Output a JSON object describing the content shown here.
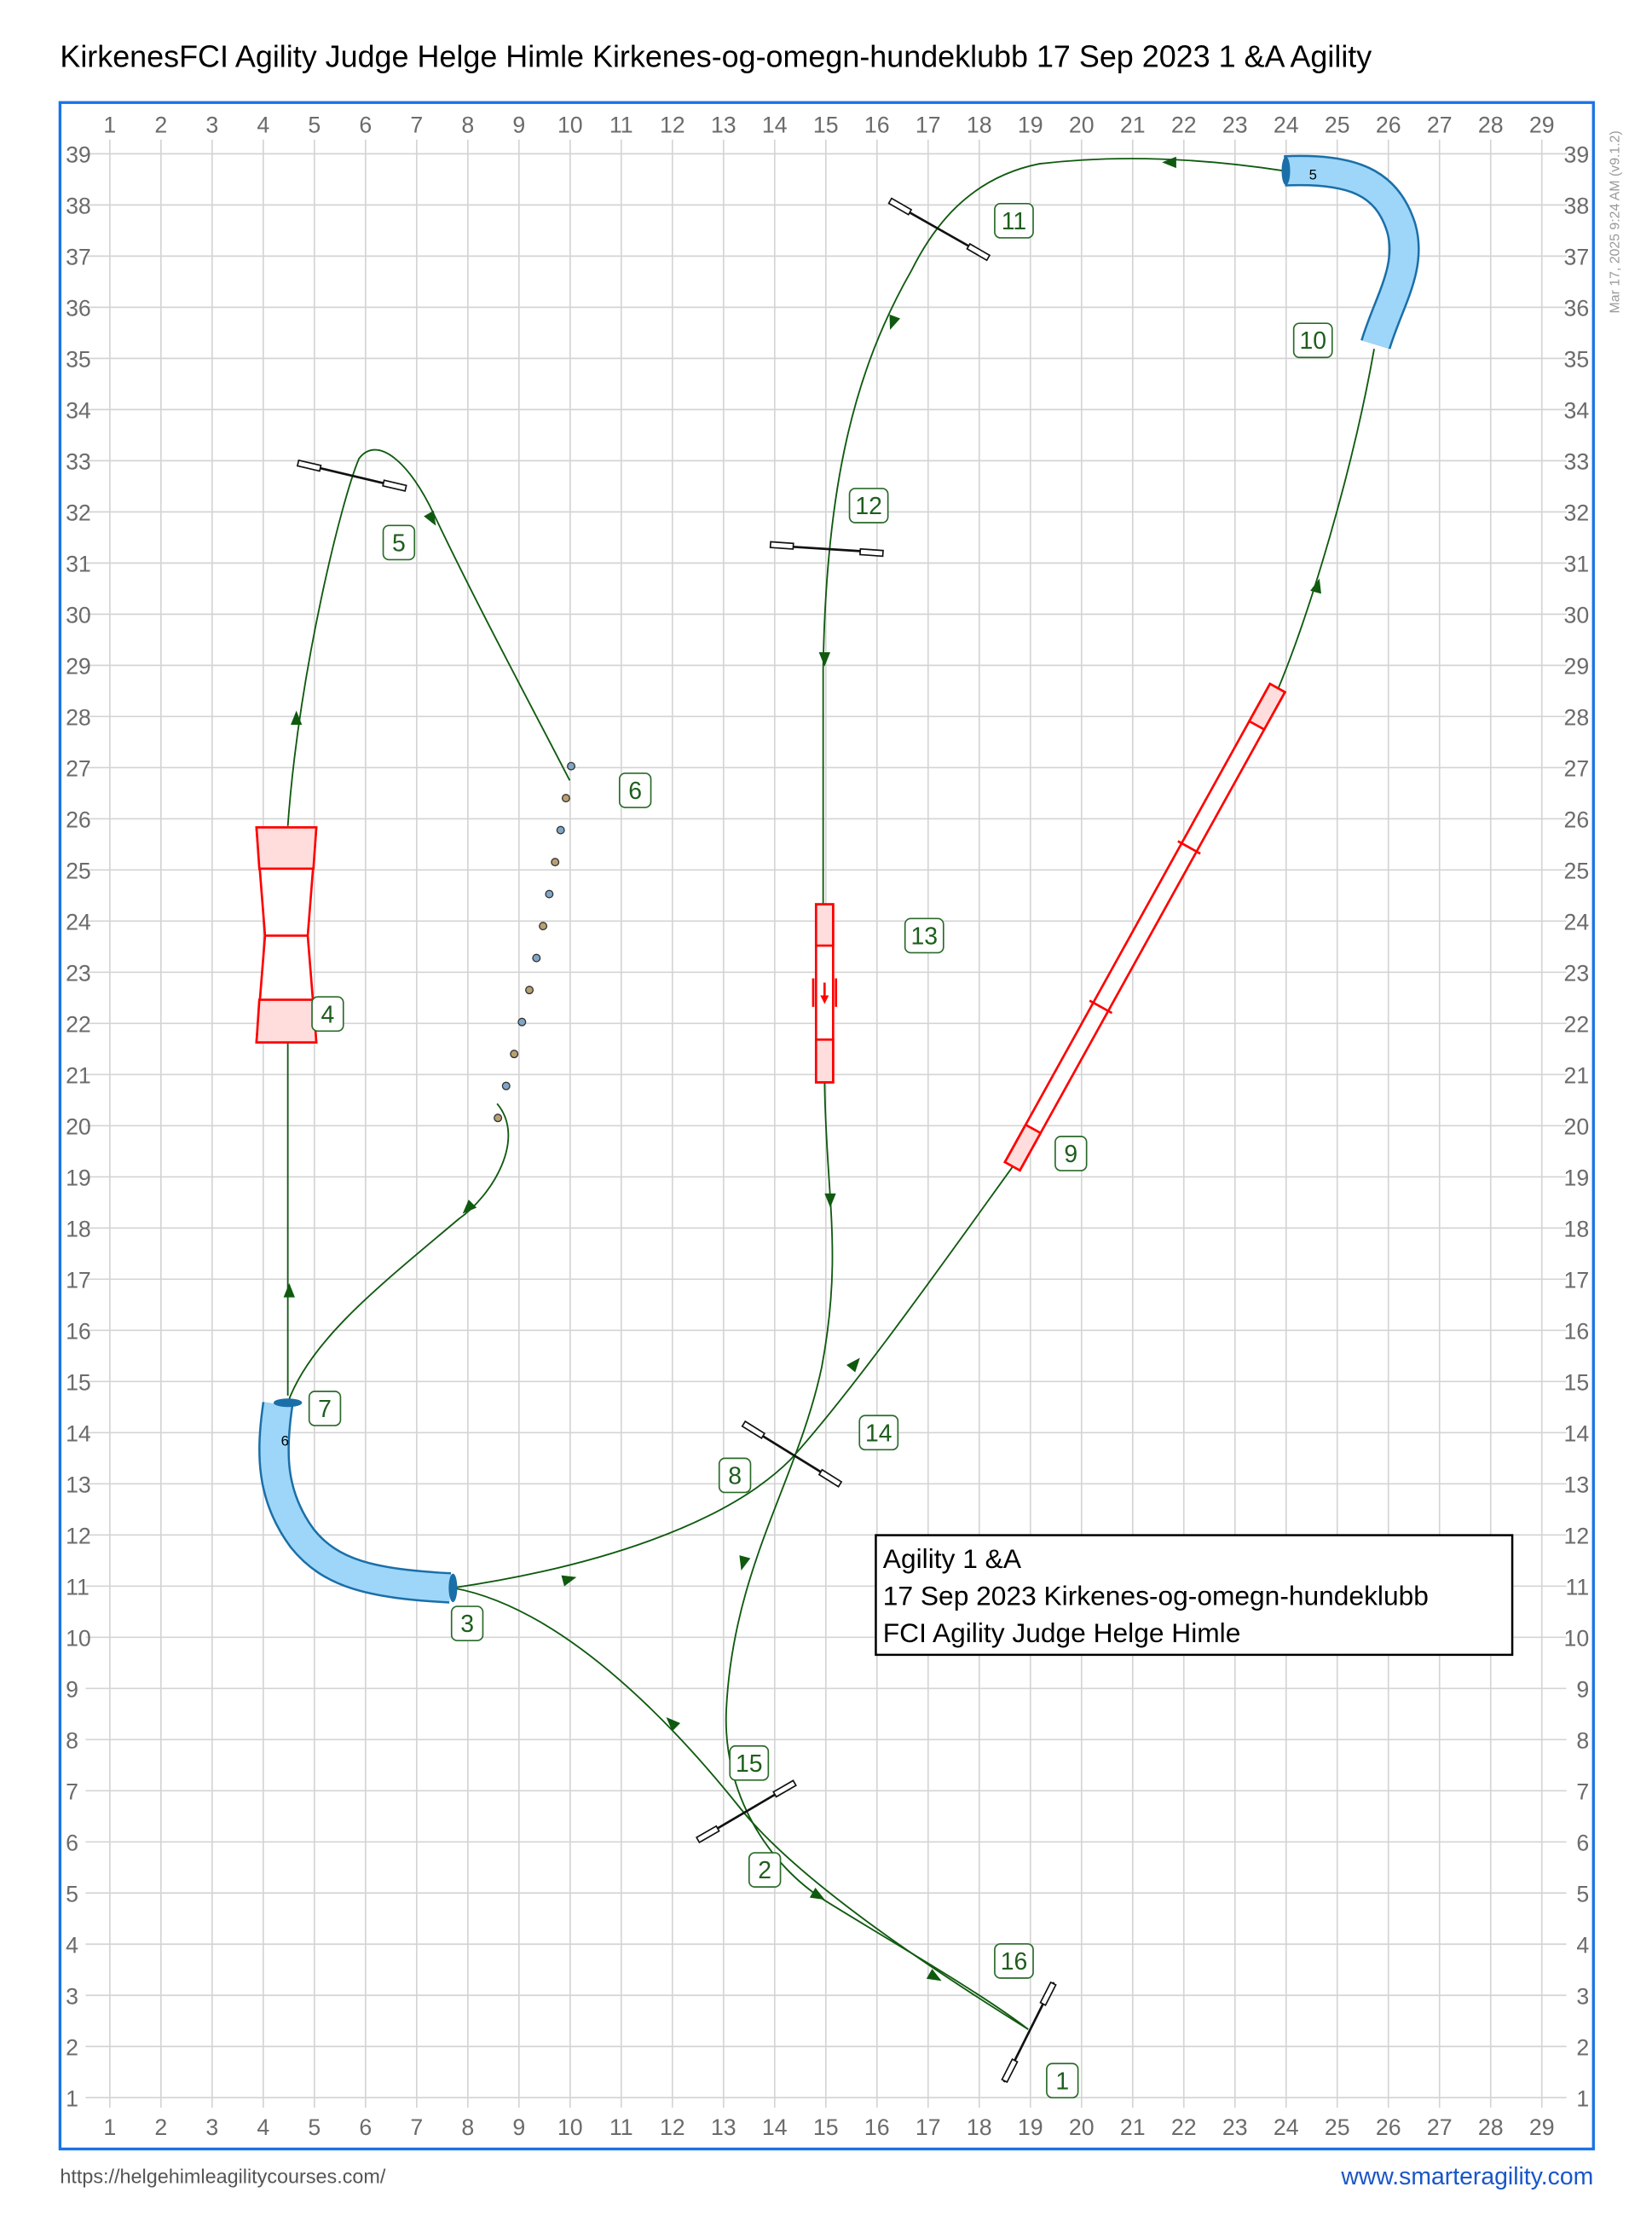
{
  "title": "KirkenesFCI Agility Judge Helge Himle Kirkenes-og-omegn-hundeklubb 17 Sep 2023 1 &A Agility",
  "timestamp": "Mar 17, 2025 9:24 AM  (v9.1.2)",
  "x_axis": [
    "1",
    "2",
    "3",
    "4",
    "5",
    "6",
    "7",
    "8",
    "9",
    "10",
    "11",
    "12",
    "13",
    "14",
    "15",
    "16",
    "17",
    "18",
    "19",
    "20",
    "21",
    "22",
    "23",
    "24",
    "25",
    "26",
    "27",
    "28",
    "29"
  ],
  "y_axis": [
    "39",
    "38",
    "37",
    "36",
    "35",
    "34",
    "33",
    "32",
    "31",
    "30",
    "29",
    "28",
    "27",
    "26",
    "25",
    "24",
    "23",
    "22",
    "21",
    "20",
    "19",
    "18",
    "17",
    "16",
    "15",
    "14",
    "13",
    "12",
    "11",
    "10",
    "9",
    "8",
    "7",
    "6",
    "5",
    "4",
    "3",
    "2",
    "1"
  ],
  "obstacle_numbers": {
    "n1": "1",
    "n2": "2",
    "n3": "3",
    "n4": "4",
    "n5": "5",
    "n6": "6",
    "n7": "7",
    "n8": "8",
    "n9": "9",
    "n10": "10",
    "n11": "11",
    "n12": "12",
    "n13": "13",
    "n14": "14",
    "n15": "15",
    "n16": "16"
  },
  "tunnel_labels": {
    "t_top": "5",
    "t_left": "6"
  },
  "info_box": {
    "line1": "Agility 1 &A",
    "line2": "17 Sep 2023 Kirkenes-og-omegn-hundeklubb",
    "line3": "FCI Agility Judge Helge Himle"
  },
  "footer": {
    "left_url": "https://helgehimleagilitycourses.com/",
    "right_brand": "www.smarteragility.com"
  },
  "colors": {
    "border": "#1a73e8",
    "path": "#0f5a0f",
    "contact": "#ff0000",
    "tunnel": "#9dd6f8",
    "brand": "#1a56c8"
  }
}
